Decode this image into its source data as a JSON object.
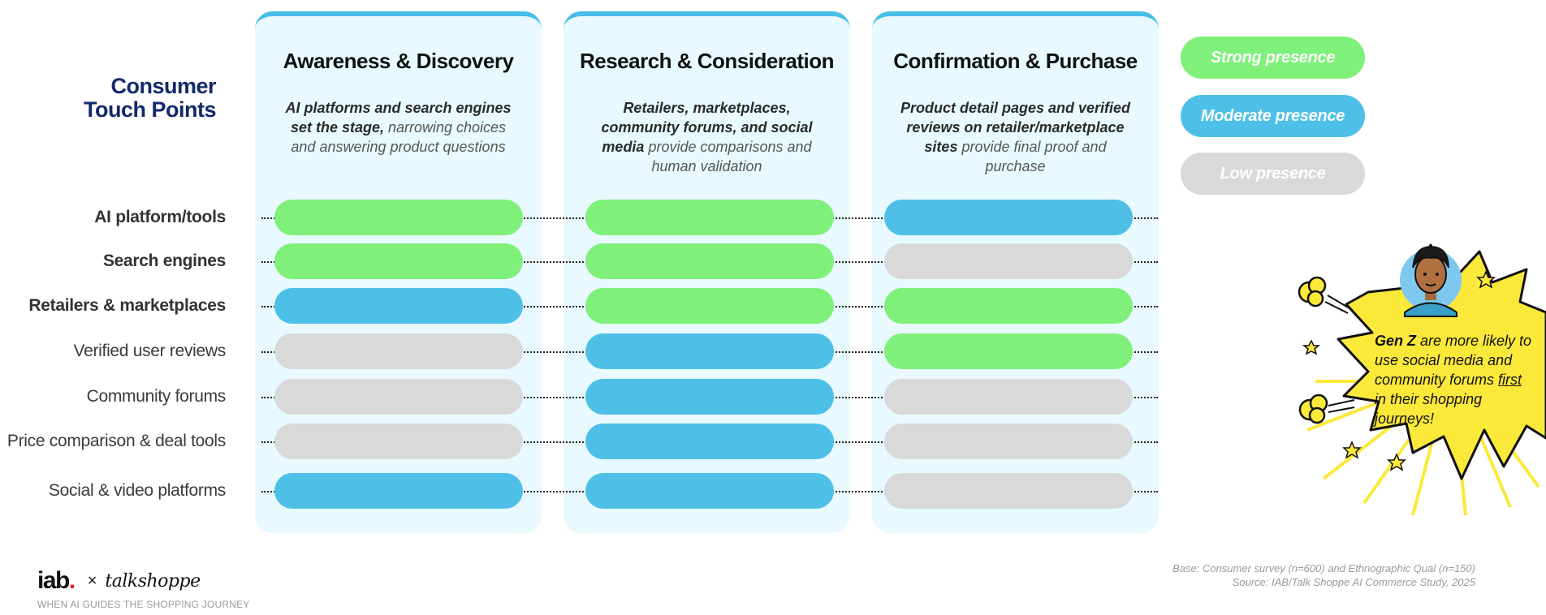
{
  "heading": {
    "line1": "Consumer",
    "line2": "Touch Points"
  },
  "touchpoints": [
    {
      "label": "AI platform/tools",
      "bold": true
    },
    {
      "label": "Search engines",
      "bold": true
    },
    {
      "label": "Retailers & marketplaces",
      "bold": true
    },
    {
      "label": "Verified user reviews",
      "bold": false
    },
    {
      "label": "Community forums",
      "bold": false
    },
    {
      "label": "Price comparison & deal tools",
      "bold": false
    },
    {
      "label": "Social & video platforms",
      "bold": false
    }
  ],
  "stages": [
    {
      "title": "Awareness & Discovery",
      "desc_bold": "AI platforms and search engines set the stage,",
      "desc_rest": " narrowing choices and answering product questions",
      "levels": [
        "strong",
        "strong",
        "moderate",
        "low",
        "low",
        "low",
        "moderate"
      ]
    },
    {
      "title": "Research & Consideration",
      "desc_bold": "Retailers, marketplaces, community forums, and social media",
      "desc_rest": " provide comparisons and human validation",
      "levels": [
        "strong",
        "strong",
        "strong",
        "moderate",
        "moderate",
        "moderate",
        "moderate"
      ]
    },
    {
      "title": "Confirmation & Purchase",
      "desc_bold": "Product detail pages and verified reviews on retailer/marketplace sites",
      "desc_rest": " provide final proof and purchase",
      "levels": [
        "moderate",
        "low",
        "strong",
        "strong",
        "low",
        "low",
        "low"
      ]
    }
  ],
  "legend": [
    {
      "key": "strong",
      "label": "Strong presence",
      "color": "#7ff07a"
    },
    {
      "key": "moderate",
      "label": "Moderate presence",
      "color": "#4ec0e8"
    },
    {
      "key": "low",
      "label": "Low presence",
      "color": "#d9d9d9"
    }
  ],
  "callout": {
    "bold": "Gen Z",
    "text_before": " are more likely to use social media and community forums ",
    "underlined": "first",
    "text_after": " in their shopping journeys!"
  },
  "source": {
    "line1": "Base: Consumer survey (n=600) and Ethnographic Qual (n=150)",
    "line2": "Source: IAB/Talk Shoppe AI Commerce Study, 2025"
  },
  "footer": {
    "brand_iab": "iab",
    "brand_dot": ".",
    "times": "×",
    "brand_partner": "talkshoppe",
    "tagline": "WHEN AI GUIDES THE SHOPPING JOURNEY"
  },
  "colors": {
    "title_navy": "#13296a",
    "column_border": "#48bde7",
    "column_bg": "#e8faff",
    "starburst": "#fbe93a"
  }
}
